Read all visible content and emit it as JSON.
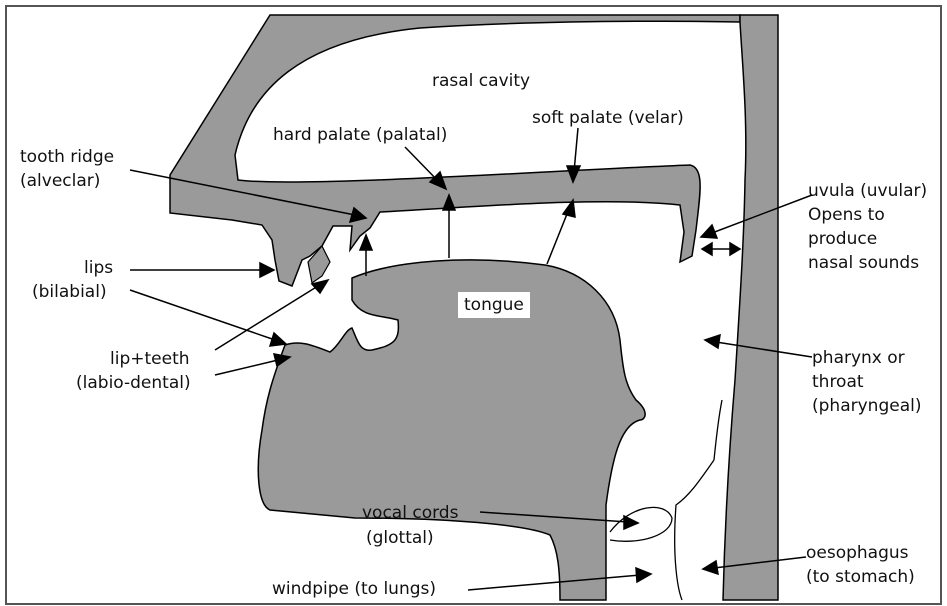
{
  "colors": {
    "tissue": "#9a9a9a",
    "line": "#000000",
    "frame": "#555555"
  },
  "labels": {
    "nasal_cavity": "rasal cavity",
    "hard_palate": "hard palate (palatal)",
    "soft_palate": "soft palate (velar)",
    "tooth_ridge_1": "tooth ridge",
    "tooth_ridge_2": "(alveclar)",
    "uvula_1": "uvula (uvular)",
    "uvula_2": "Opens to",
    "uvula_3": "produce",
    "uvula_4": "nasal sounds",
    "lips_1": "lips",
    "lips_2": "(bilabial)",
    "tongue": "tongue",
    "lipteeth_1": "lip+teeth",
    "lipteeth_2": "(labio-dental)",
    "pharynx_1": "pharynx or",
    "pharynx_2": "throat",
    "pharynx_3": "(pharyngeal)",
    "vocal_1": "vocal cords",
    "vocal_2": "(glottal)",
    "oesophagus_1": "oesophagus",
    "oesophagus_2": "(to stomach)",
    "windpipe": "windpipe (to lungs)"
  }
}
